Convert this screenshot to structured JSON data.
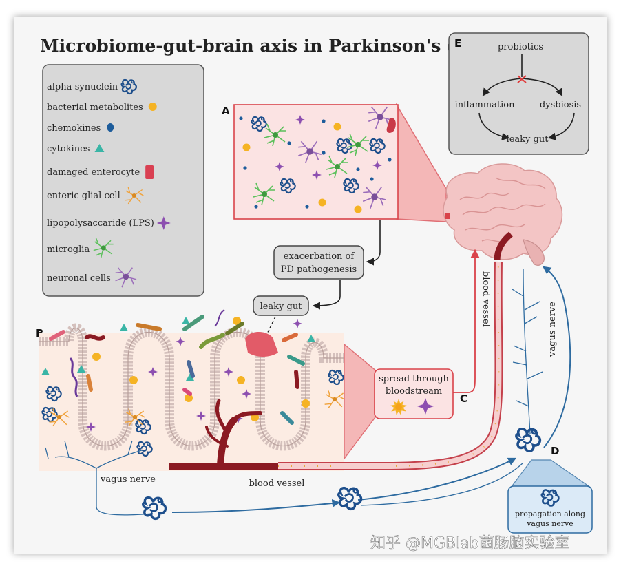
{
  "title": "Microbiome-gut-brain axis in Parkinson's disease",
  "legend": {
    "items": [
      {
        "label": "alpha-synuclein",
        "icon": "alpha-synuclein-icon",
        "color": "#1e4f8c"
      },
      {
        "label": "bacterial metabolites",
        "icon": "bacterial-metabolite-dot-icon",
        "color": "#f5b324"
      },
      {
        "label": "chemokines",
        "icon": "chemokine-dot-icon",
        "color": "#1d5c9b"
      },
      {
        "label": "cytokines",
        "icon": "cytokine-triangle-icon",
        "color": "#3ab5a6"
      },
      {
        "label": "damaged enterocyte",
        "icon": "damaged-enterocyte-icon",
        "color": "#d94052"
      },
      {
        "label": "enteric glial cell",
        "icon": "enteric-glial-cell-icon",
        "color": "#f0a23a"
      },
      {
        "label": "lipopolysaccaride (LPS)",
        "icon": "lps-star-icon",
        "color": "#8c4fb0"
      },
      {
        "label": "microglia",
        "icon": "microglia-icon",
        "color": "#5ac05a"
      },
      {
        "label": "neuronal cells",
        "icon": "neuronal-cell-icon",
        "color": "#8f62ad"
      }
    ]
  },
  "panels": {
    "a": "A",
    "b": "B",
    "c": "C",
    "d": "D",
    "e": "E"
  },
  "panel_e": {
    "probiotics": "probiotics",
    "inflammation": "inflammation",
    "dysbiosis": "dysbiosis",
    "leaky_gut": "leaky gut"
  },
  "flow": {
    "exacerbation_line1": "exacerbation of",
    "exacerbation_line2": "PD pathogenesis",
    "leaky_gut": "leaky gut",
    "spread_line1": "spread through",
    "spread_line2": "bloodstream",
    "propagation_line1": "propagation along",
    "propagation_line2": "vagus nerve"
  },
  "labels": {
    "blood_vessel_vertical": "blood vessel",
    "vagus_nerve_vertical": "vagus nerve",
    "vagus_nerve_bottom": "vagus nerve",
    "blood_vessel_bottom": "blood vessel"
  },
  "watermark": "知乎 @MGBlab菌肠脑实验室",
  "colors": {
    "alpha_synuclein": "#1e4f8c",
    "blood": "#8b1a22",
    "vessel_pink": "#f4c2c0",
    "nerve": "#2f6ea6",
    "tissue": "#ecdcd6",
    "brain": "#f2c8c8"
  }
}
